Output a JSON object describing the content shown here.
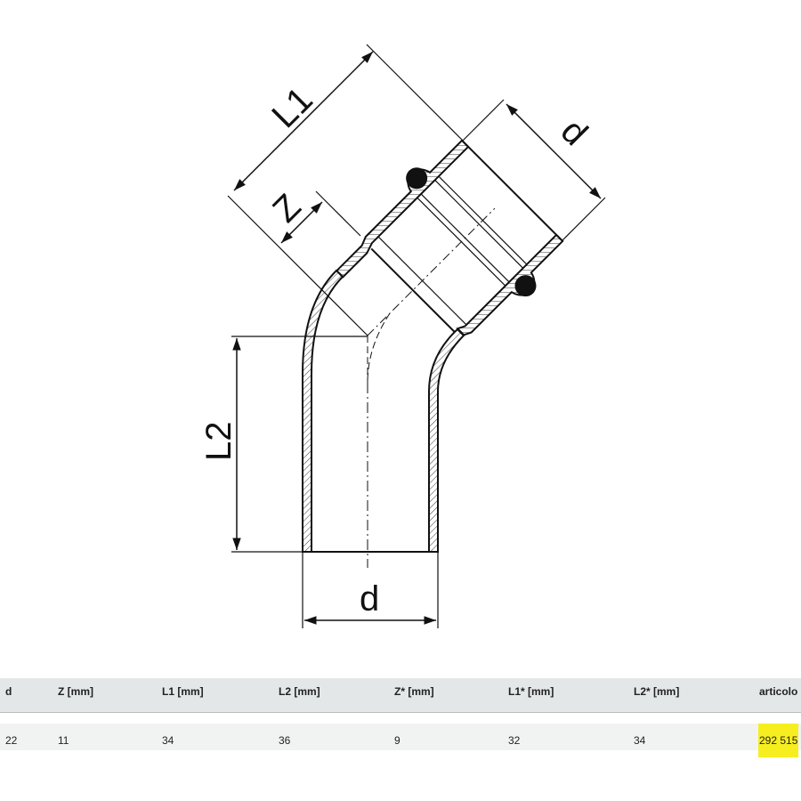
{
  "drawing": {
    "labels": {
      "L1": "L1",
      "L2": "L2",
      "Z": "Z",
      "d_top": "d",
      "d_bottom": "d"
    }
  },
  "table": {
    "headers": [
      "d",
      "Z [mm]",
      "L1 [mm]",
      "L2 [mm]",
      "Z* [mm]",
      "L1* [mm]",
      "L2* [mm]",
      "articolo"
    ],
    "rows": [
      [
        "22",
        "11",
        "34",
        "36",
        "9",
        "32",
        "34",
        "292 515"
      ]
    ]
  },
  "colors": {
    "highlight": "#f7ee1f",
    "header_bg": "#e4e7e8",
    "row_bg": "#f1f3f3"
  }
}
